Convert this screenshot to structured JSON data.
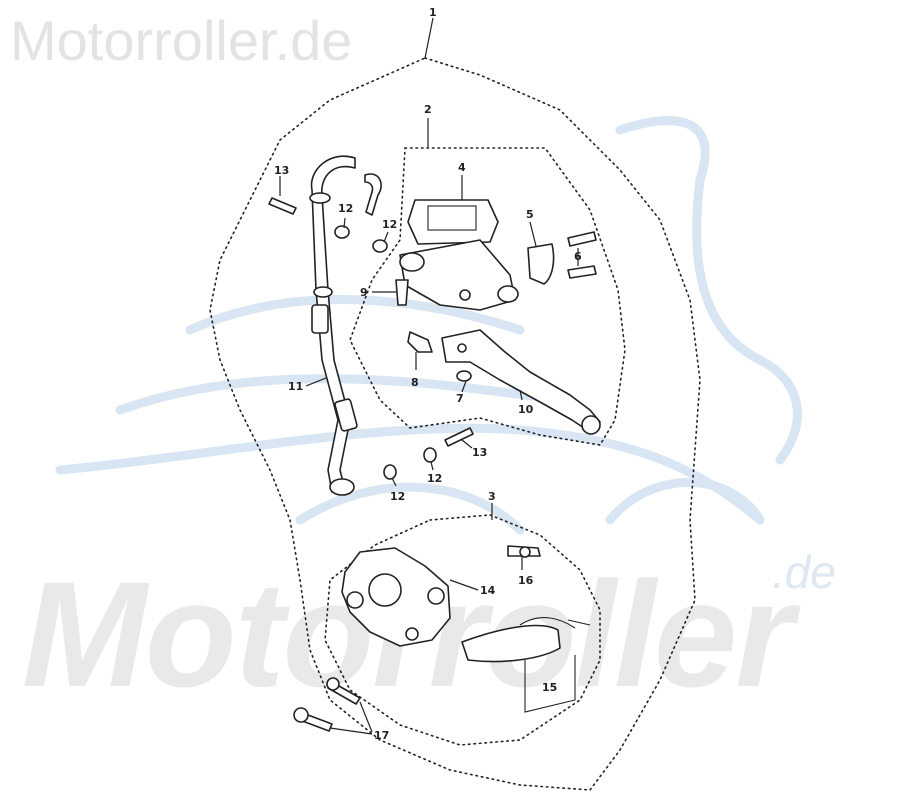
{
  "watermark": {
    "top_text": "Motorroller.de",
    "big_text": "Motorroller",
    "suffix_text": ".de"
  },
  "callouts": [
    "1",
    "2",
    "3",
    "4",
    "5",
    "6",
    "7",
    "8",
    "9",
    "10",
    "11",
    "12",
    "12",
    "12",
    "12",
    "13",
    "13",
    "14",
    "15",
    "16",
    "17"
  ],
  "colors": {
    "line": "#222222",
    "watermark_gray": "#e3e3e3",
    "logo_blue": "#d8e5f2"
  }
}
